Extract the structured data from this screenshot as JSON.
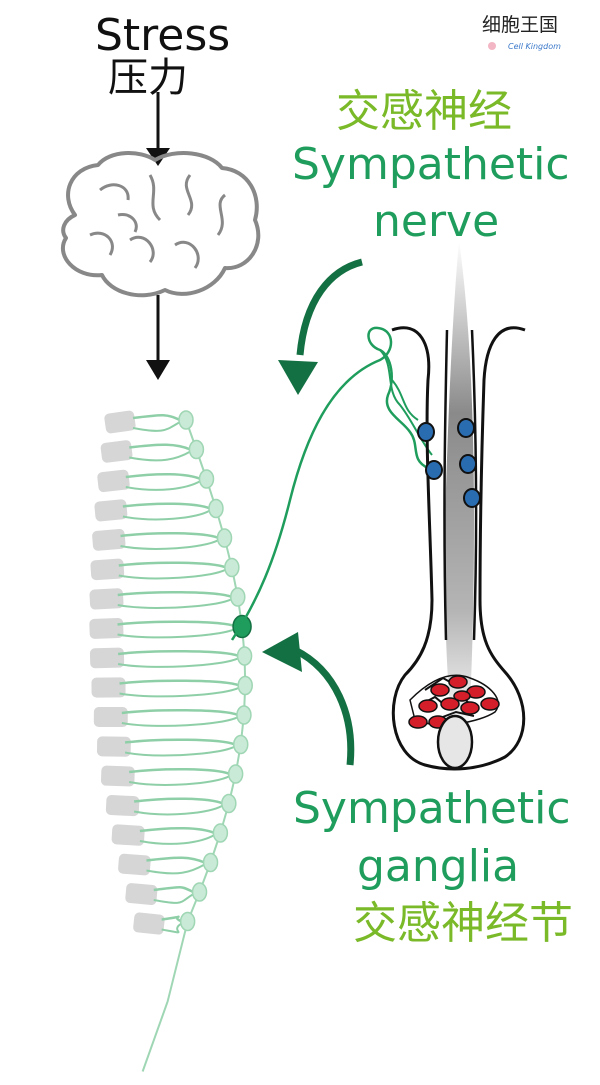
{
  "labels": {
    "stress_en": "Stress",
    "stress_zh": "压力",
    "nerve_zh": "交感神经",
    "nerve_en_line1": "Sympathetic",
    "nerve_en_line2": "nerve",
    "ganglia_en_line1": "Sympathetic",
    "ganglia_en_line2": "ganglia",
    "ganglia_zh": "交感神经节"
  },
  "watermark": {
    "title_zh": "细胞王国",
    "subtitle_en": "Cell Kingdom"
  },
  "icons": [
    "brain-icon",
    "spine-icon",
    "hair-follicle-icon",
    "curved-arrow-icon",
    "down-arrow-icon"
  ],
  "colors": {
    "text_black": "#111111",
    "nerve_green": "#1f9d5c",
    "zh_green": "#7ab928",
    "arrow_green": "#137042",
    "vertebra_gray": "#d6d6d6",
    "cell_blue": "#2a6cb0",
    "cell_red": "#d41f2b"
  }
}
